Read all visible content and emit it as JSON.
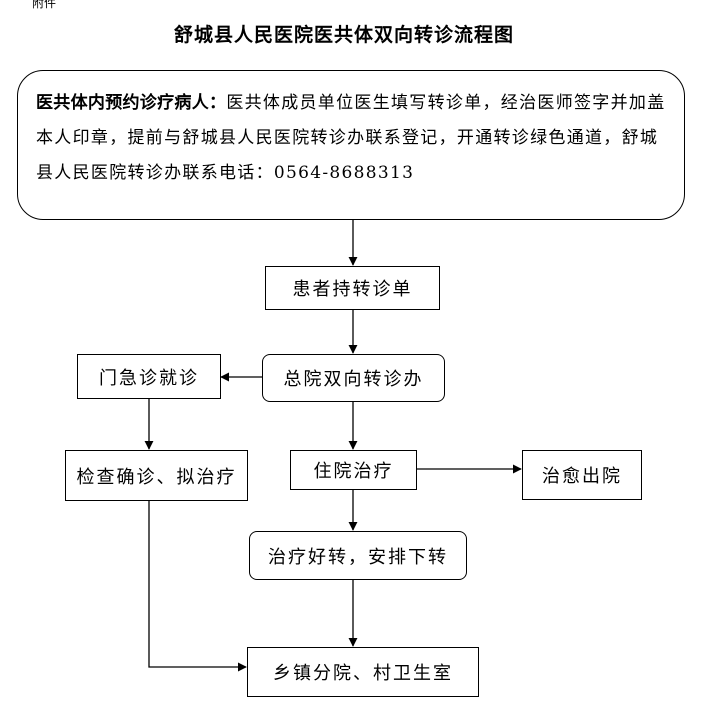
{
  "corner_text": "附件",
  "title": "舒城县人民医院医共体双向转诊流程图",
  "intro": {
    "label": "医共体内预约诊疗病人：",
    "text": "医共体成员单位医生填写转诊单，经治医师签字并加盖本人印章，提前与舒城县人民医院转诊办联系登记，开通转诊绿色通道，舒城县人民医院转诊办联系电话：0564-8688313"
  },
  "nodes": {
    "hold_referral": "患者持转诊单",
    "referral_office": "总院双向转诊办",
    "outpatient": "门急诊就诊",
    "inpatient": "住院治疗",
    "check": "检查确诊、拟治疗",
    "discharge": "治愈出院",
    "improve": "治疗好转，安排下转",
    "township": "乡镇分院、村卫生室"
  }
}
